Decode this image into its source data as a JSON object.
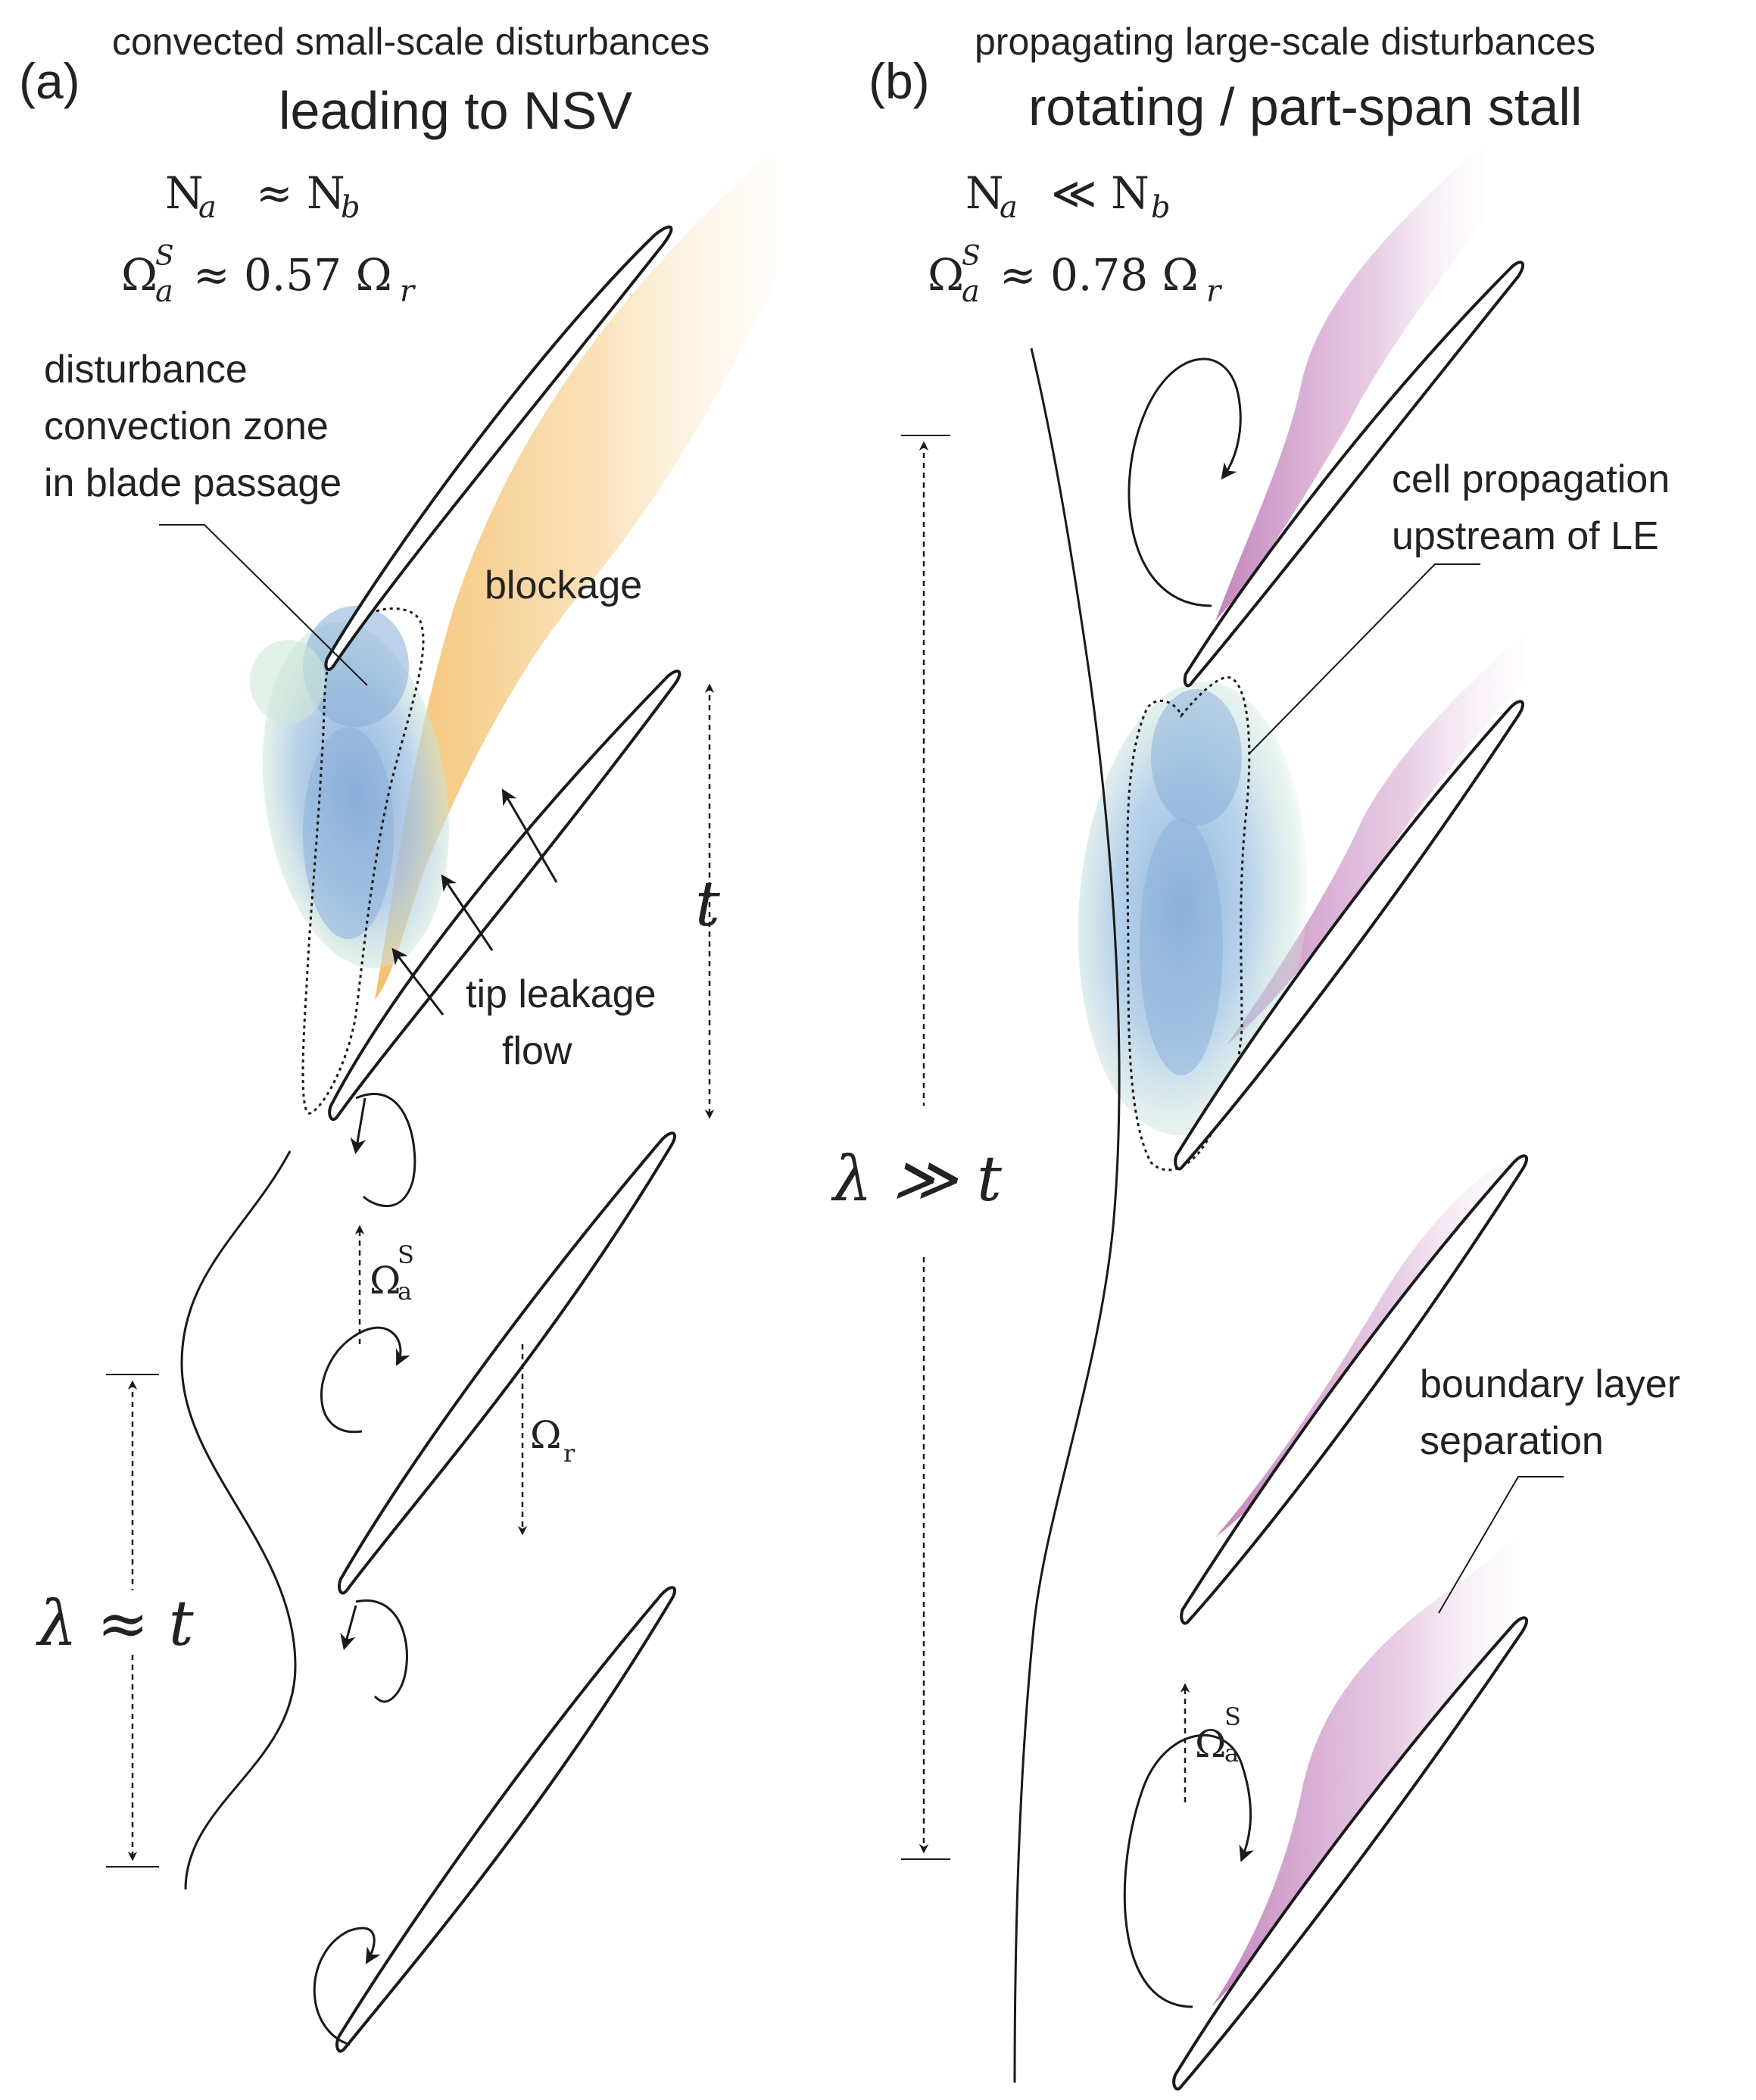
{
  "panel_a": {
    "tag": "(a)",
    "subtitle": "convected small-scale disturbances",
    "title": "leading to NSV",
    "eq_n_left": "N",
    "eq_n_left_sub": "a",
    "eq_n_rel": "≈ N",
    "eq_n_right_sub": "b",
    "eq_omega_base": "Ω",
    "eq_omega_sup": "S",
    "eq_omega_sub": "a",
    "eq_omega_rel": "≈ 0.57 Ω",
    "eq_omega_sub_r": "r",
    "label_zone_1": "disturbance",
    "label_zone_2": "convection zone",
    "label_zone_3": "in blade passage",
    "label_blockage": "blockage",
    "label_tip_1": "tip leakage",
    "label_tip_2": "flow",
    "pitch_symbol": "t",
    "wavelength_eq": "λ ≈  t",
    "omega_s_base": "Ω",
    "omega_s_sup": "S",
    "omega_s_sub": "a",
    "omega_r_base": "Ω",
    "omega_r_sub": "r"
  },
  "panel_b": {
    "tag": "(b)",
    "subtitle": "propagating  large-scale disturbances",
    "title": "rotating / part-span stall",
    "eq_n_left": "N",
    "eq_n_left_sub": "a",
    "eq_n_rel": "≪ N",
    "eq_n_right_sub": "b",
    "eq_omega_base": "Ω",
    "eq_omega_sup": "S",
    "eq_omega_sub": "a",
    "eq_omega_rel": "≈ 0.78 Ω",
    "eq_omega_sub_r": "r",
    "label_cell_1": "cell propagation",
    "label_cell_2": "upstream of LE",
    "label_bl_1": "boundary layer",
    "label_bl_2": "separation",
    "wavelength_eq": "λ ≫ t",
    "omega_s_base": "Ω",
    "omega_s_sup": "S",
    "omega_s_sub": "a"
  },
  "colors": {
    "blockage": "#f6c77a",
    "disturbance_blue": "#8fb3d9",
    "disturbance_green": "#bfe0cf",
    "separation": "#c98fc3",
    "outline": "#1a1a1a"
  }
}
